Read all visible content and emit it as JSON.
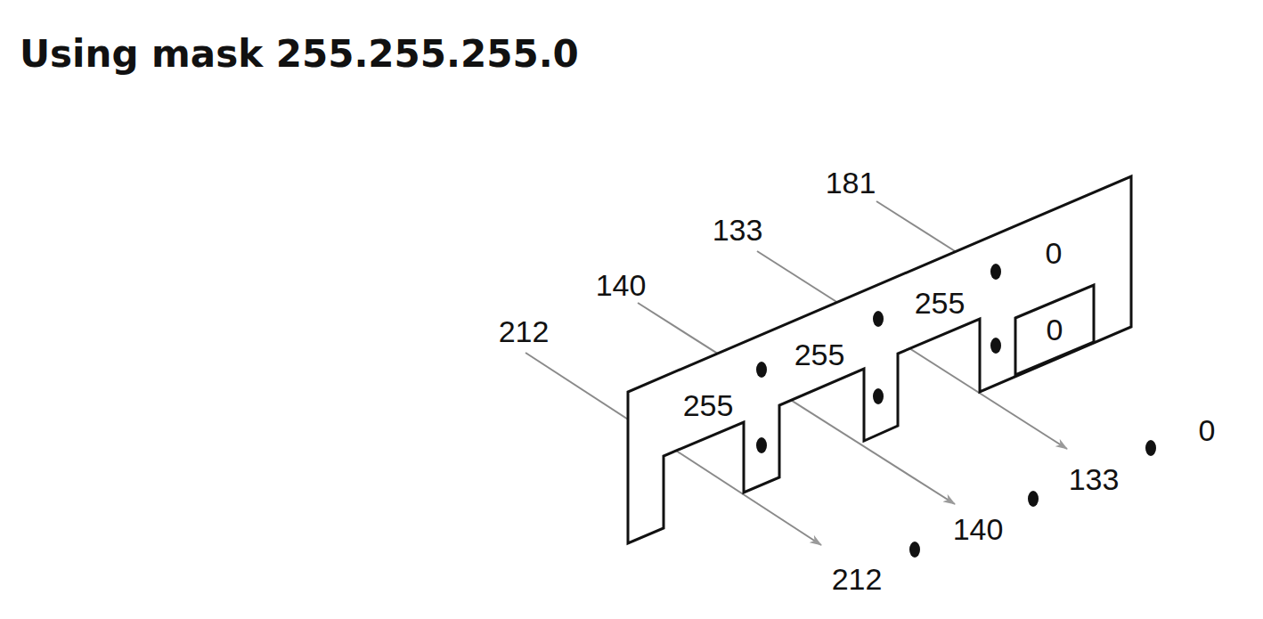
{
  "diagram": {
    "title": "Using mask 255.255.255.0",
    "labels": [
      "181",
      "133",
      "140",
      "212",
      "0",
      "255",
      "255",
      "255",
      "0",
      "0",
      "133",
      "140",
      "212"
    ]
  }
}
